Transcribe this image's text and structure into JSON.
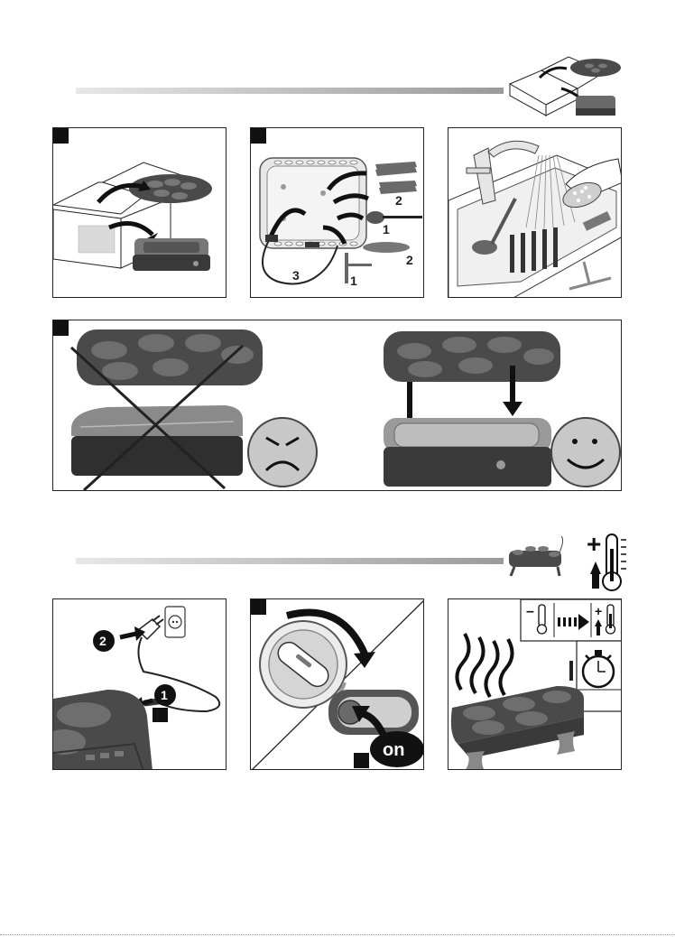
{
  "section1": {
    "panel2_labels": {
      "tray": "2",
      "ladle": "1",
      "spatula": "2",
      "rake": "1",
      "cord": "3"
    }
  },
  "section2": {
    "cord_steps": {
      "first": "1",
      "second": "2"
    },
    "switch_label": "on",
    "thermo_minus": "–",
    "thermo_plus": "+"
  },
  "colors": {
    "ink": "#222222",
    "device_dark": "#4a4a4a",
    "device_mid": "#8a8a8a",
    "gauge_light": "#e0e0e0"
  },
  "icons": [
    "box-unpack-icon",
    "heat-thermometer-icon",
    "angry-face-icon",
    "happy-face-icon",
    "stopwatch-icon",
    "steam-icon",
    "wall-socket-icon"
  ]
}
